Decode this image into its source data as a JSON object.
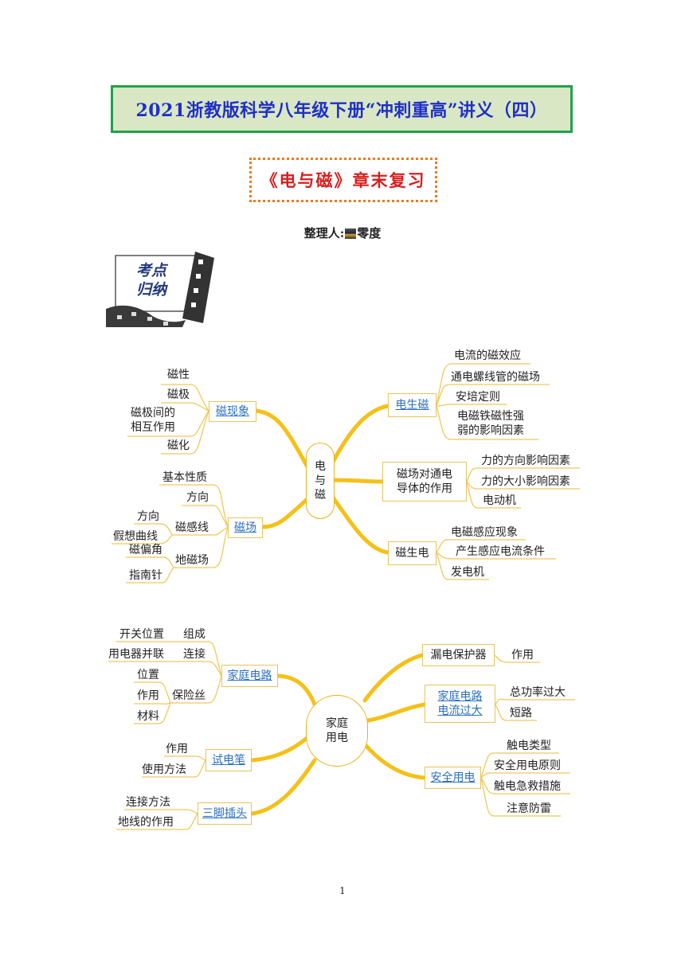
{
  "header": {
    "title": "2021浙教版科学八年级下册“冲刺重高”讲义（四）",
    "subtitle": "《电与磁》章末复习",
    "author_label": "整理人:",
    "author_name": "零度"
  },
  "badge": {
    "line1": "考点",
    "line2": "归纳"
  },
  "map1": {
    "center": "电\n与\n磁",
    "left": [
      {
        "label": "磁现象",
        "leaves": [
          "磁性",
          "磁极",
          "磁极间的\n相互作用",
          "磁化"
        ]
      },
      {
        "label": "磁场",
        "leaves": [
          "基本性质",
          "方向",
          "磁感线",
          "地磁场"
        ],
        "sub": {
          "磁感线": [
            "方向",
            "假想曲线"
          ],
          "地磁场": [
            "磁偏角",
            "指南针"
          ]
        }
      }
    ],
    "right": [
      {
        "label": "电生磁",
        "leaves": [
          "电流的磁效应",
          "通电螺线管的磁场",
          "安培定则",
          "电磁铁磁性强\n弱的影响因素"
        ]
      },
      {
        "label": "磁场对通电\n导体的作用",
        "leaves": [
          "力的方向影响因素",
          "力的大小影响因素",
          "电动机"
        ]
      },
      {
        "label": "磁生电",
        "leaves": [
          "电磁感应现象",
          "产生感应电流条件",
          "发电机"
        ]
      }
    ]
  },
  "map2": {
    "center": "家庭\n用电",
    "left": [
      {
        "label": "家庭电路",
        "leaves": [
          "组成",
          "连接",
          "保险丝"
        ],
        "sub": {
          "组成": [
            "开关位置"
          ],
          "连接": [
            "用电器并联"
          ],
          "保险丝": [
            "位置",
            "作用",
            "材料"
          ]
        }
      },
      {
        "label": "试电笔",
        "leaves": [
          "作用",
          "使用方法"
        ]
      },
      {
        "label": "三脚插头",
        "leaves": [
          "连接方法",
          "地线的作用"
        ]
      }
    ],
    "right": [
      {
        "label": "漏电保护器",
        "leaves": [
          "作用"
        ]
      },
      {
        "label": "家庭电路\n电流过大",
        "leaves": [
          "总功率过大",
          "短路"
        ]
      },
      {
        "label": "安全用电",
        "leaves": [
          "触电类型",
          "安全用电原则",
          "触电急救措施",
          "注意防雷"
        ]
      }
    ]
  },
  "colors": {
    "branch": "#f5c018",
    "title_border": "#20a24a",
    "title_bg": "#d9e7c5",
    "title_text": "#1f2fc8",
    "subtitle_text": "#d81e1e",
    "link": "#2b6fbf"
  },
  "page_number": "1"
}
